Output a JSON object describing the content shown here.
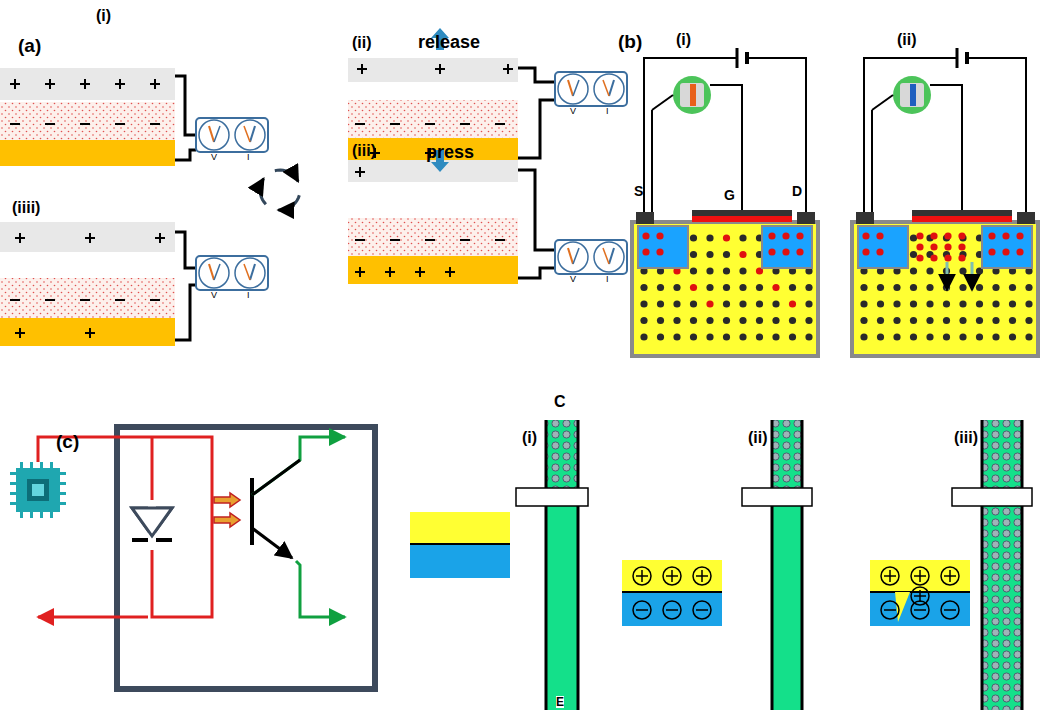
{
  "diagram": {
    "labels": [
      "(a)",
      "(i)",
      "(ii)",
      "release",
      "(b)",
      "(i)",
      "(ii)",
      "S",
      "G",
      "D",
      "V",
      "I",
      "V",
      "I",
      "(iii)",
      "press",
      "(iiii)",
      "V",
      "I",
      "V",
      "I",
      "C",
      "(c)",
      "(i)",
      "(ii)",
      "(iii)",
      "E"
    ]
  }
}
